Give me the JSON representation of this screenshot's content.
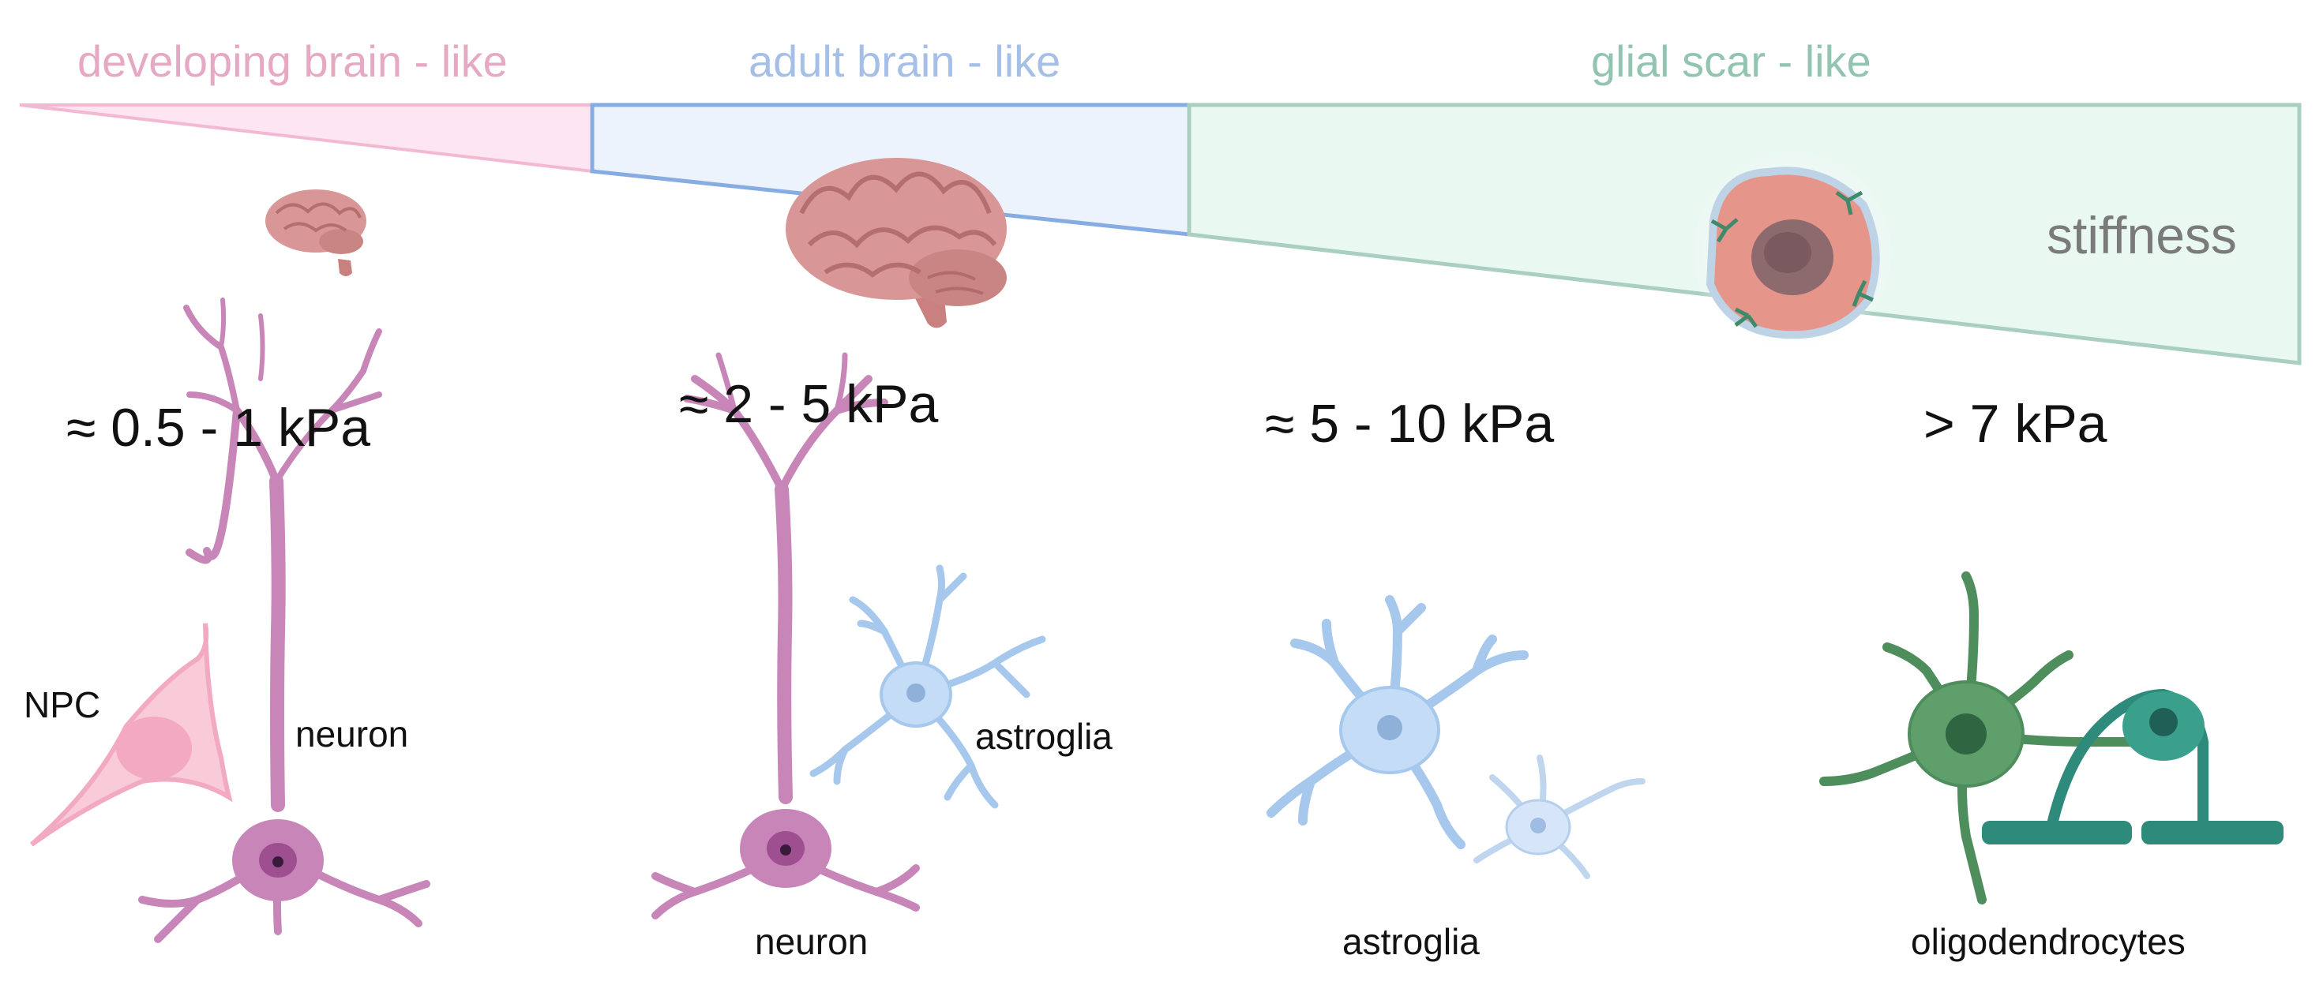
{
  "regions": [
    {
      "title": "developing brain - like",
      "color": "#e6a9c3",
      "fill": "#fde6f1",
      "stroke": "#f3b9d2"
    },
    {
      "title": "adult brain - like",
      "color": "#a6bfe6",
      "fill": "#edf3fc",
      "stroke": "#86ace2"
    },
    {
      "title": "glial scar - like",
      "color": "#93c4b1",
      "fill": "#eaf8f2",
      "stroke": "#a9cfc0"
    }
  ],
  "stiffness_label": "stiffness",
  "stiffness_color": "#7a7a7a",
  "kpa_ranges": [
    "≈ 0.5 - 1 kPa",
    "≈ 2 - 5 kPa",
    "≈ 5 - 10 kPa",
    "> 7 kPa"
  ],
  "cells": {
    "npc": "NPC",
    "neuron_1": "neuron",
    "neuron_2": "neuron",
    "astroglia_1": "astroglia",
    "astroglia_2": "astroglia",
    "oligodendrocytes": "oligodendrocytes"
  },
  "colors": {
    "brain": "#d89796",
    "neuron": "#c886b8",
    "npc": "#f2a9c2",
    "astroglia": "#a6c8ec",
    "oligodendrocyte": "#4e8e5c",
    "myelin": "#2e8a7a"
  },
  "icons": [
    "brain-small-icon",
    "brain-large-icon",
    "glial-scar-icon"
  ]
}
